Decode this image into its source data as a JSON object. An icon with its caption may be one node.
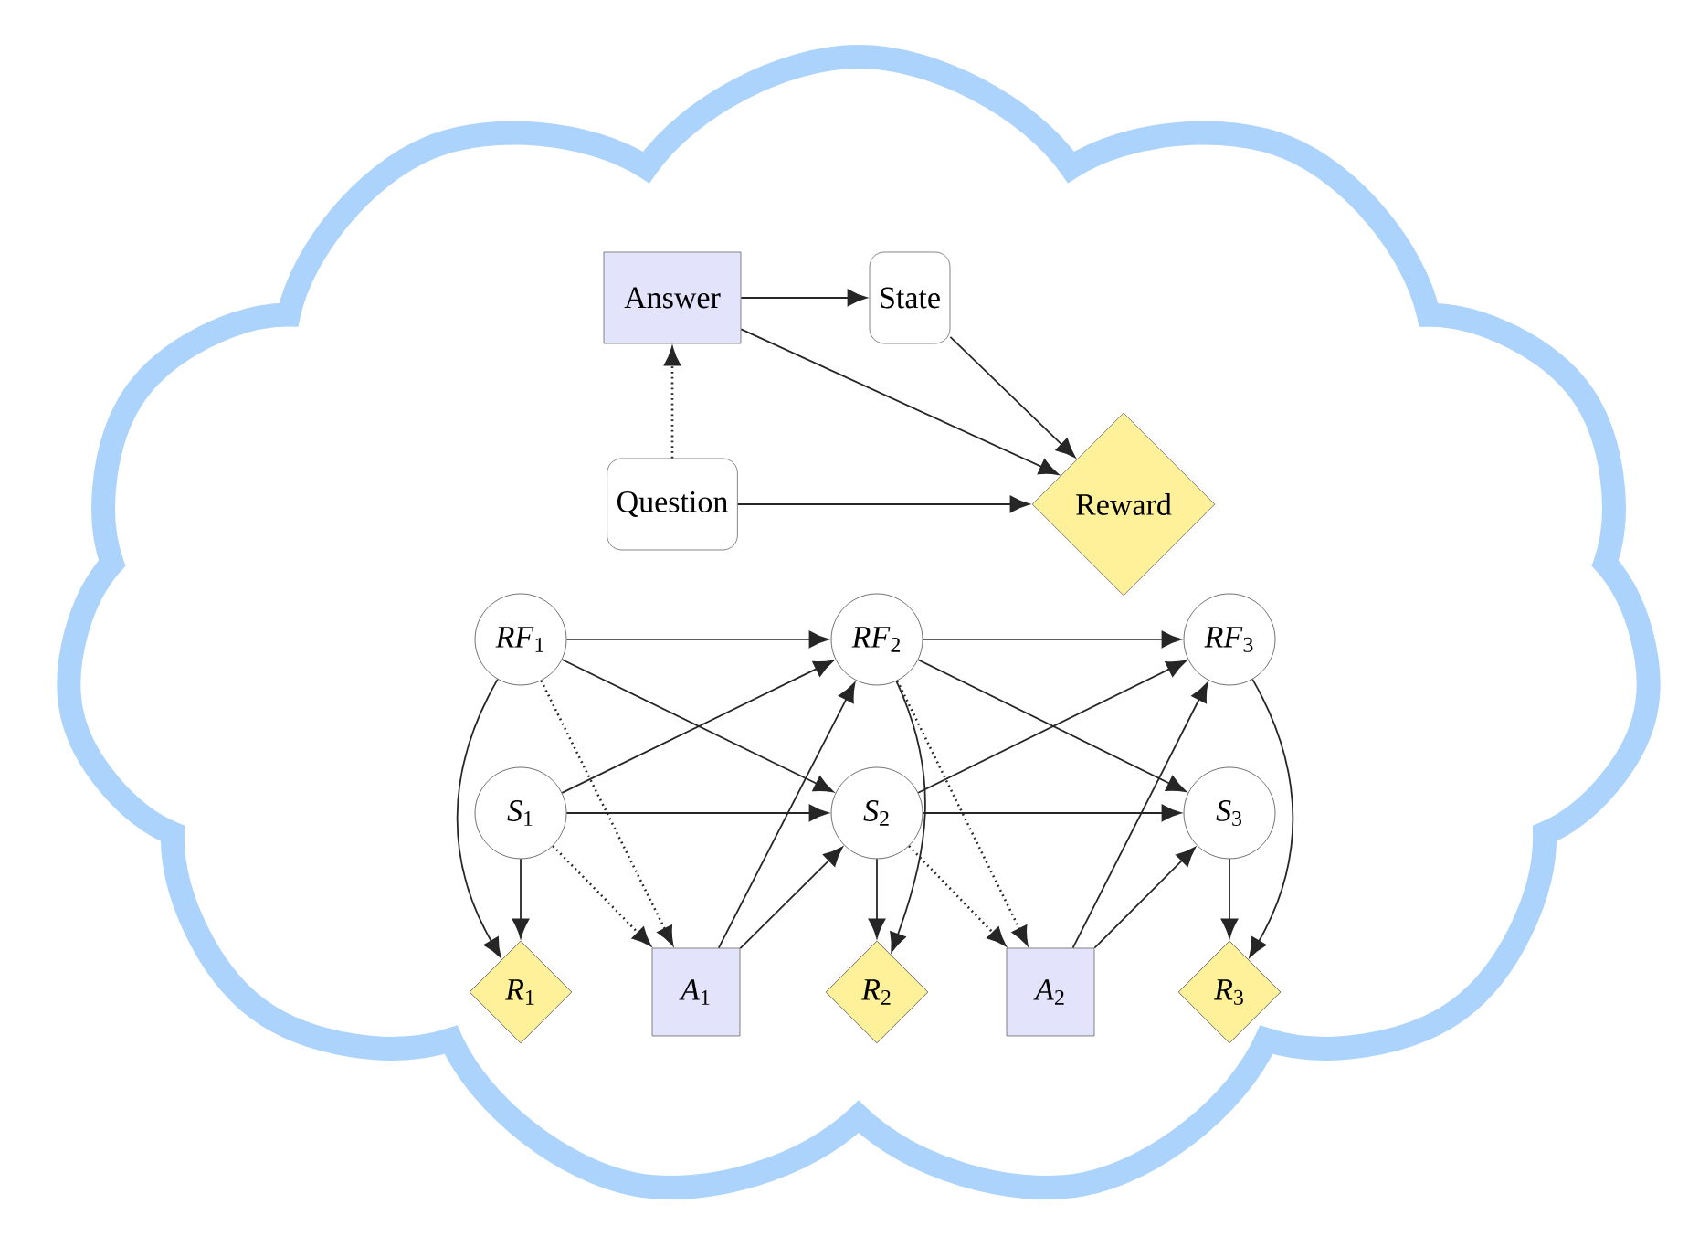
{
  "diagram": {
    "nodes": [
      {
        "text": [
          "Answer"
        ]
      },
      {
        "text": [
          "State"
        ]
      },
      {
        "text": [
          "Question"
        ]
      },
      {
        "text": [
          "Reward"
        ]
      },
      {
        "text": [
          "*RF*$_{1}$"
        ]
      },
      {
        "text": [
          "*RF*$_{2}$"
        ]
      },
      {
        "text": [
          "*RF*$_{3}$"
        ]
      },
      {
        "text": [
          "*S*$_{1}$"
        ]
      },
      {
        "text": [
          "*S*$_{2}$"
        ]
      },
      {
        "text": [
          "*S*$_{3}$"
        ]
      },
      {
        "text": [
          "*R*$_{1}$"
        ]
      },
      {
        "text": [
          "*A*$_{1}$"
        ]
      },
      {
        "text": [
          "*R*$_{2}$"
        ]
      },
      {
        "text": [
          "*A*$_{2}$"
        ]
      },
      {
        "text": [
          "*R*$_{3}$"
        ]
      }
    ],
    "edges": [
      {
        "from": 0,
        "to": 1,
        "arrow": "to"
      },
      {
        "from": 0,
        "to": 3,
        "arrow": "to"
      },
      {
        "from": 1,
        "to": 3,
        "arrow": "to"
      },
      {
        "from": 2,
        "to": 3,
        "arrow": "to"
      },
      {
        "from": 2,
        "to": 0,
        "arrow": "to",
        "style": "dashed"
      },
      {
        "from": 4,
        "to": 5,
        "arrow": "to"
      },
      {
        "from": 5,
        "to": 6,
        "arrow": "to"
      },
      {
        "from": 4,
        "to": 8,
        "arrow": "to"
      },
      {
        "from": 5,
        "to": 9,
        "arrow": "to"
      },
      {
        "from": 7,
        "to": 5,
        "arrow": "to"
      },
      {
        "from": 8,
        "to": 6,
        "arrow": "to"
      },
      {
        "from": 7,
        "to": 8,
        "arrow": "to"
      },
      {
        "from": 8,
        "to": 9,
        "arrow": "to"
      },
      {
        "from": 4,
        "to": 10,
        "arrow": "to"
      },
      {
        "from": 5,
        "to": 12,
        "arrow": "to"
      },
      {
        "from": 6,
        "to": 14,
        "arrow": "to"
      },
      {
        "from": 7,
        "to": 10,
        "arrow": "to"
      },
      {
        "from": 8,
        "to": 12,
        "arrow": "to"
      },
      {
        "from": 9,
        "to": 14,
        "arrow": "to"
      },
      {
        "from": 7,
        "to": 11,
        "arrow": "to",
        "style": "dashed"
      },
      {
        "from": 4,
        "to": 11,
        "arrow": "to",
        "style": "dashed"
      },
      {
        "from": 8,
        "to": 13,
        "arrow": "to",
        "style": "dashed"
      },
      {
        "from": 5,
        "to": 13,
        "arrow": "to",
        "style": "dashed"
      },
      {
        "from": 11,
        "to": 5,
        "arrow": "to"
      },
      {
        "from": 11,
        "to": 8,
        "arrow": "to"
      },
      {
        "from": 13,
        "to": 6,
        "arrow": "to"
      },
      {
        "from": 13,
        "to": 9,
        "arrow": "to"
      }
    ]
  }
}
